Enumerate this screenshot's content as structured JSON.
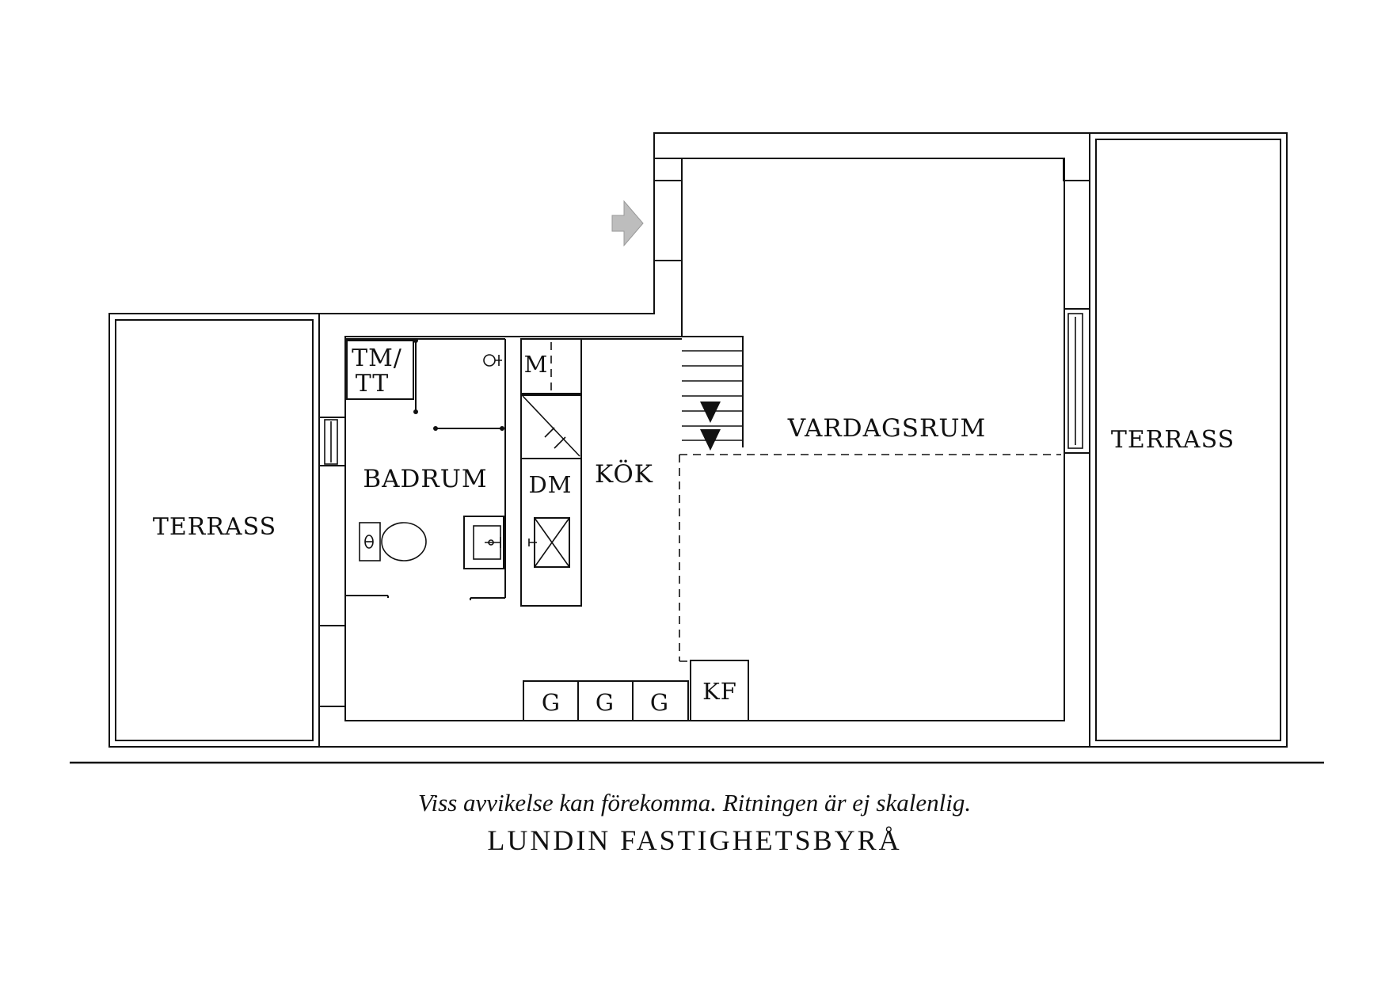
{
  "plan": {
    "rooms": {
      "terrace_left": "TERRASS",
      "bathroom": "BADRUM",
      "laundry_line1": "TM/",
      "laundry_line2": "TT",
      "microwave": "M",
      "dishwasher": "DM",
      "kitchen": "KÖK",
      "living_room": "VARDAGSRUM",
      "terrace_right": "TERRASS",
      "fridge_freezer": "KF",
      "wardrobe_1": "G",
      "wardrobe_2": "G",
      "wardrobe_3": "G"
    },
    "colors": {
      "line": "#111111",
      "entrance_arrow": "#bdbdbd",
      "background": "#ffffff"
    }
  },
  "footer": {
    "disclaimer": "Viss avvikelse kan förekomma. Ritningen är ej skalenlig.",
    "brand": "LUNDIN FASTIGHETSBYRÅ"
  }
}
